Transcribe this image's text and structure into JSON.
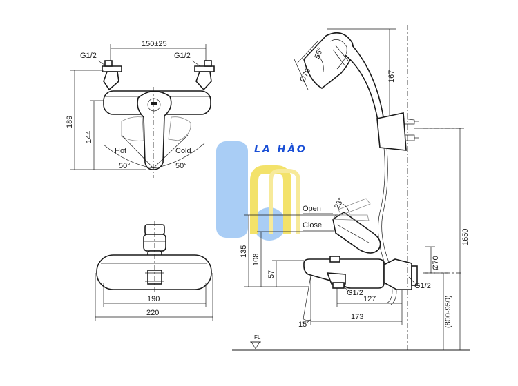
{
  "brand": {
    "text": "LA HÀO",
    "color": "#1a4fd6",
    "logo_blue": "#a9cdf5",
    "logo_yellow": "#f3e26a"
  },
  "front_view": {
    "spacing": "150±25",
    "inlet_left": "G1/2",
    "inlet_right": "G1/2",
    "height_total": "189",
    "height_body": "144",
    "hot": "Hot",
    "cold": "Cold",
    "angle_left": "50°",
    "angle_right": "50°"
  },
  "top_view": {
    "width_inner": "190",
    "width_outer": "220"
  },
  "side_view": {
    "open": "Open",
    "close": "Close",
    "lever_angle": "23°",
    "height_135": "135",
    "height_108": "108",
    "height_57": "57",
    "spout_thread": "G1/2",
    "depth_127": "127",
    "depth_173": "173",
    "spout_angle": "15°",
    "floor": "FL"
  },
  "shower": {
    "head_angle": "55°",
    "head_diameter": "Ø70",
    "head_height": "167",
    "install_height": "1650",
    "outlet_diameter": "Ø70",
    "outlet_thread": "G1/2",
    "mount_range": "(800-950)"
  }
}
